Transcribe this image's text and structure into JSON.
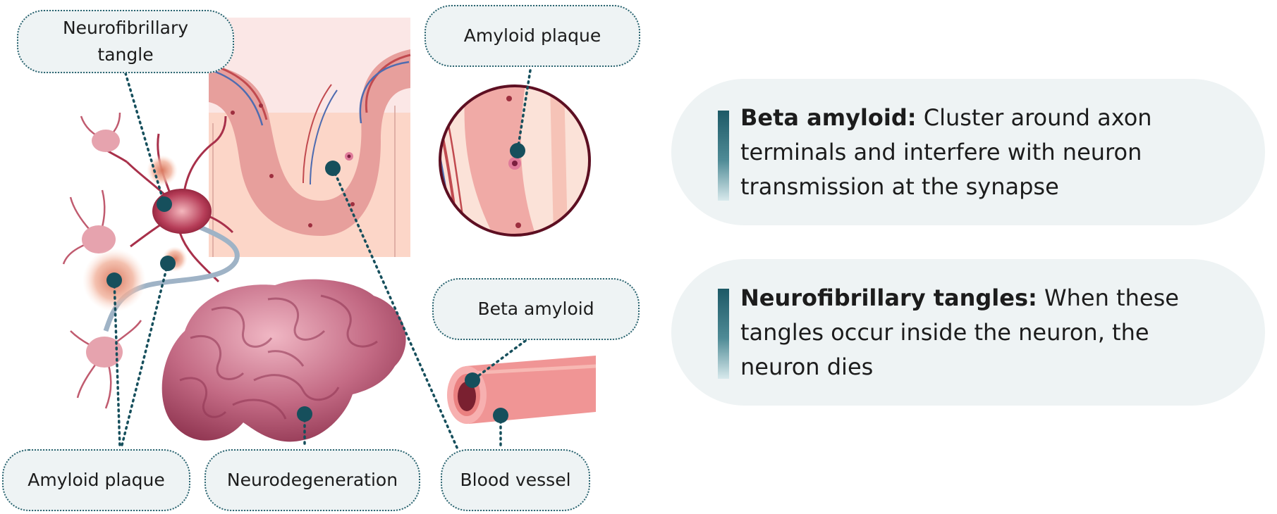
{
  "labels": {
    "neurofibrillary_tangle": "Neurofibrillary tangle",
    "amyloid_plaque_top": "Amyloid plaque",
    "amyloid_plaque_bottom": "Amyloid plaque",
    "neurodegeneration": "Neurodegeneration",
    "blood_vessel": "Blood vessel",
    "beta_amyloid": "Beta amyloid"
  },
  "cards": [
    {
      "term": "Beta amyloid:",
      "text": "Cluster around axon terminals and interfere with neuron transmission at the synapse"
    },
    {
      "term": "Neurofibrillary tangles:",
      "text": "When these tangles occur inside the neuron, the neuron dies"
    }
  ],
  "colors": {
    "marker": "#164f5c",
    "label_bg": "#eef3f4",
    "label_border": "#2a6470",
    "tissue": "#e8a3a0",
    "brain": "#b5576f",
    "neuron": "#a5304a"
  }
}
